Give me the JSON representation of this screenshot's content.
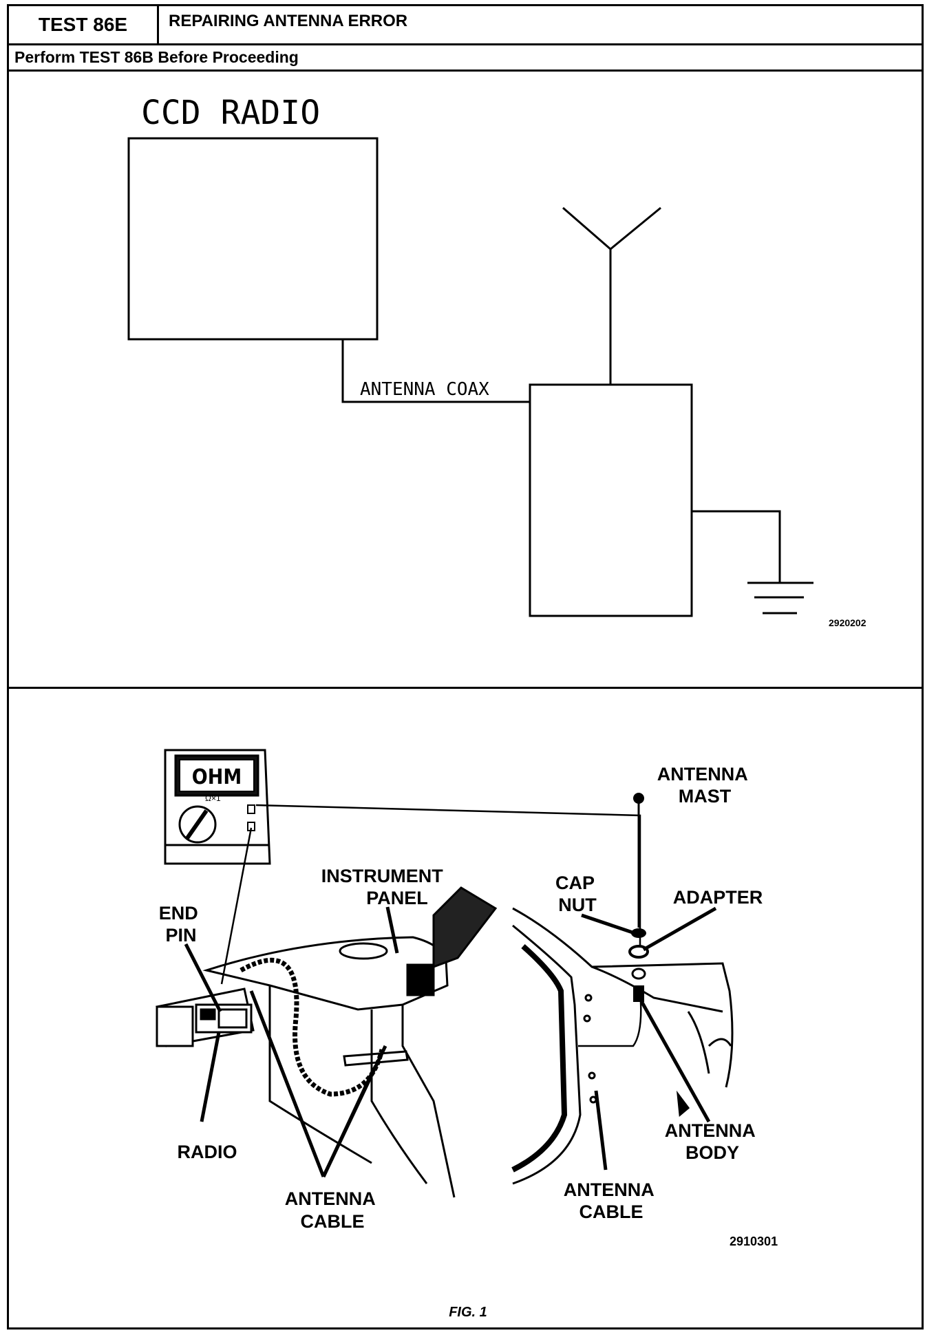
{
  "header": {
    "test_id": "TEST 86E",
    "title": "REPAIRING ANTENNA ERROR",
    "prerequisite": "Perform TEST 86B Before Proceeding"
  },
  "schematic": {
    "radio_label": "CCD RADIO",
    "coax_label": "ANTENNA COAX",
    "figure_number": "2920202"
  },
  "illustration": {
    "meter_display": "OHM",
    "meter_range": "Ω×1",
    "labels": {
      "antenna_mast": [
        "ANTENNA",
        "MAST"
      ],
      "instrument_panel": [
        "INSTRUMENT",
        "PANEL"
      ],
      "cap_nut": [
        "CAP",
        "NUT"
      ],
      "adapter": "ADAPTER",
      "end_pin": [
        "END",
        "PIN"
      ],
      "radio": "RADIO",
      "antenna_cable_left": [
        "ANTENNA",
        "CABLE"
      ],
      "antenna_cable_right": [
        "ANTENNA",
        "CABLE"
      ],
      "antenna_body": [
        "ANTENNA",
        "BODY"
      ]
    },
    "figure_number": "2910301"
  },
  "caption": "FIG. 1"
}
